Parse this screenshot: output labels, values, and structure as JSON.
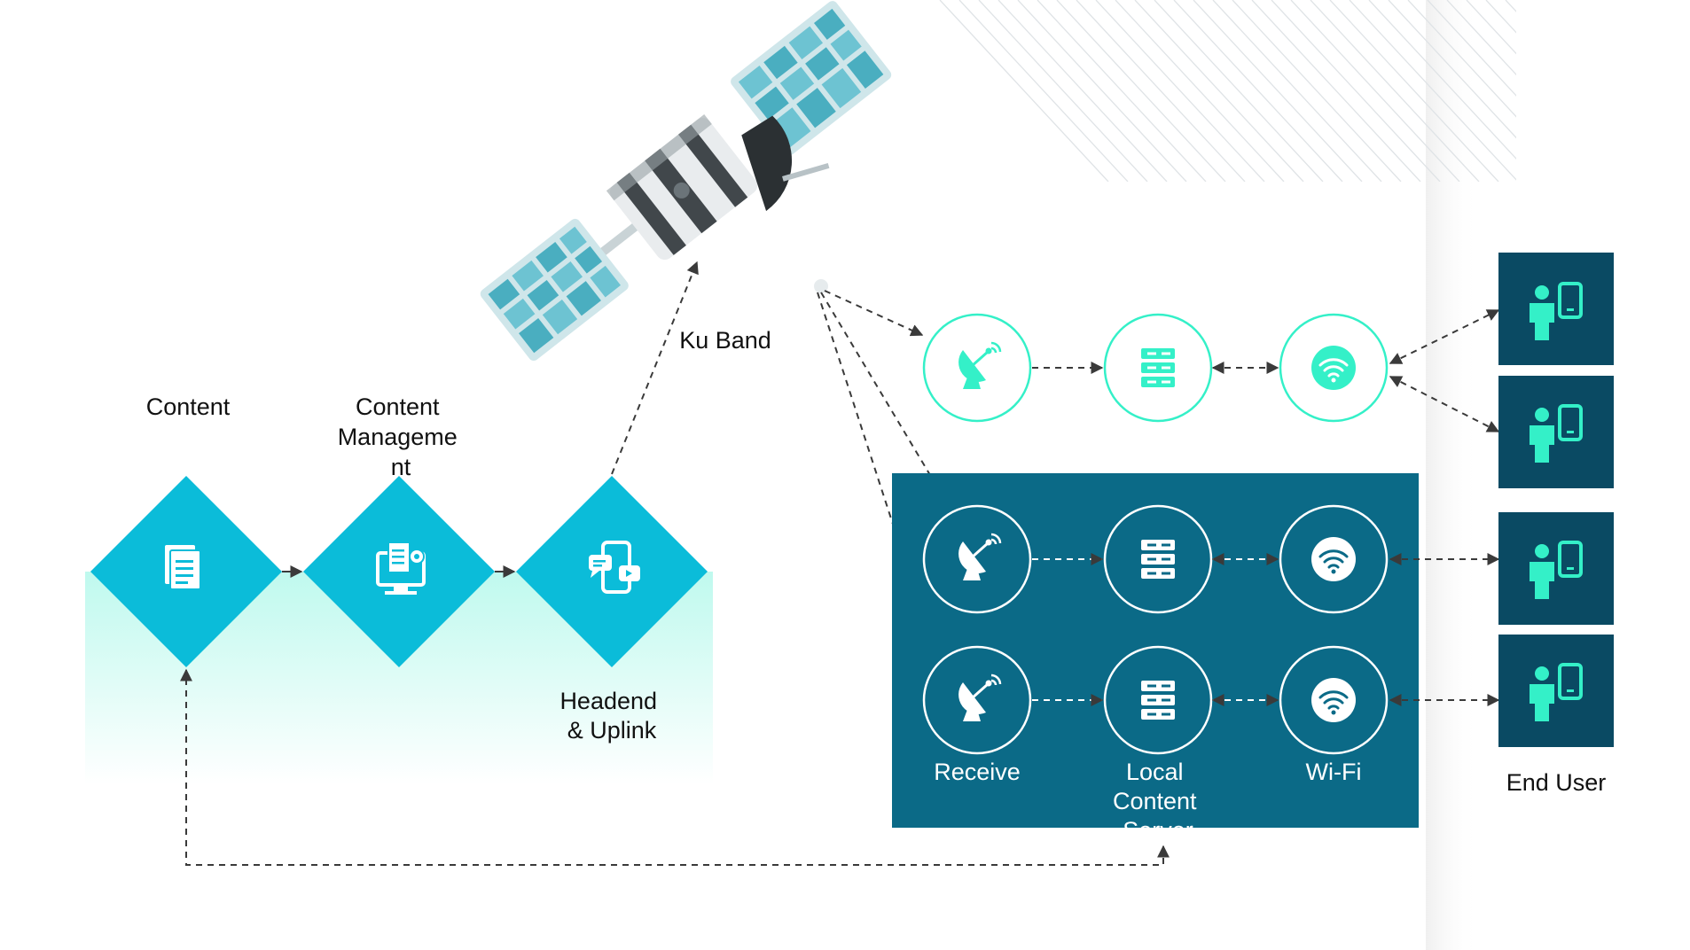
{
  "colors": {
    "diamond": "#0bbcd9",
    "panel": "#0b6a87",
    "mint": "#34f0c8",
    "enduser_box": "#0a4a63",
    "arrow": "#444444",
    "fade_top": "#bff9ee"
  },
  "pipeline": {
    "content": {
      "label_lines": [
        "Content"
      ],
      "icon": "document-icon"
    },
    "content_management": {
      "label_lines": [
        "Content",
        "Manageme",
        "nt"
      ],
      "icon": "monitor-gear-icon"
    },
    "headend_uplink": {
      "label_lines": [
        "Headend",
        "& Uplink"
      ],
      "icon": "phone-chat-icon"
    }
  },
  "satellite": {
    "band_label": "Ku Band",
    "icon": "satellite-icon"
  },
  "top_row": {
    "nodes": [
      "satellite-dish-icon",
      "server-icon",
      "wifi-icon"
    ]
  },
  "panel_rows": [
    {
      "nodes": [
        "satellite-dish-icon",
        "server-icon",
        "wifi-icon"
      ]
    },
    {
      "nodes": [
        "satellite-dish-icon",
        "server-icon",
        "wifi-icon"
      ]
    }
  ],
  "column_labels": {
    "receive": [
      "Receive"
    ],
    "local_content_server": [
      "Local",
      "Content",
      "Server"
    ],
    "wifi": [
      "Wi-Fi"
    ]
  },
  "end_user": {
    "label": "End User",
    "count": 4,
    "icon": "user-phone-icon"
  }
}
